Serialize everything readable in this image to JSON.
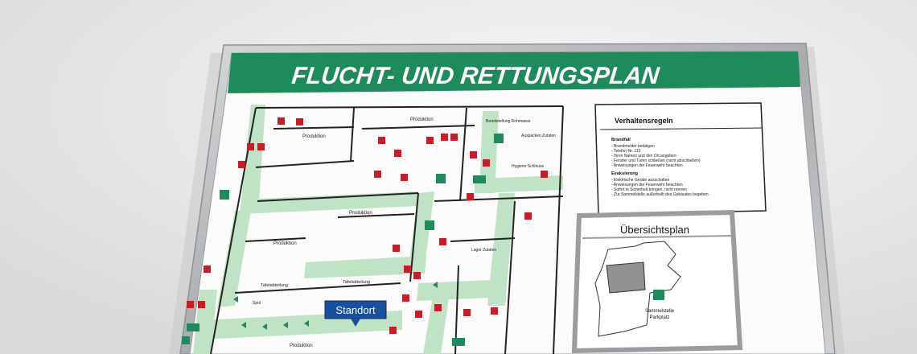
{
  "plan": {
    "title": "FLUCHT- UND RETTUNGSPLAN",
    "colors": {
      "header": "#1f8a5b",
      "route": "#bfe3c4",
      "sign_red": "#c0202a",
      "sign_green": "#1f8a5b",
      "standort": "#1a4f9c",
      "frame": "#b9bbbd"
    },
    "rooms": {
      "produktion_1": "Produktion",
      "produktion_2": "Produktion",
      "produktion_3": "Produktion",
      "produktion_4": "Produktion",
      "produktion_5": "Produktion",
      "bereitstellung": "Bereitstellung Rohmasse",
      "auspacken": "Auspacken Zutaten",
      "hygiene": "Hygiene Schleuse",
      "lager": "Lager Zutaten",
      "tafel_1": "Tafelabteilung",
      "tafel_2": "Tafelabteilung",
      "spuel": "Spül"
    },
    "standort": "Standort",
    "rules": {
      "heading": "Verhaltensregeln",
      "brandfall": "Brandfall",
      "brandfall_items": [
        "- Brandmelder betätigen",
        "- Telefon-Nr. 112",
        "- Ihren Namen und den Ort angeben",
        "- Fenster und Türen schließen (nicht abschließen)",
        "- Anweisungen der Feuerwehr beachten"
      ],
      "evakuierung": "Evakuierung",
      "evakuierung_items": [
        "- Elektrische Geräte ausschalten",
        "- Anweisungen der Feuerwehr beachten",
        "- Sofort in Sicherheit bringen, nicht rennen",
        "- Zur Sammelstelle außerhalb des Gebäudes begeben"
      ]
    },
    "overview": {
      "heading": "Übersichtsplan",
      "sammelstelle": "Sammelstelle",
      "parkplatz": "Parkplatz"
    }
  }
}
